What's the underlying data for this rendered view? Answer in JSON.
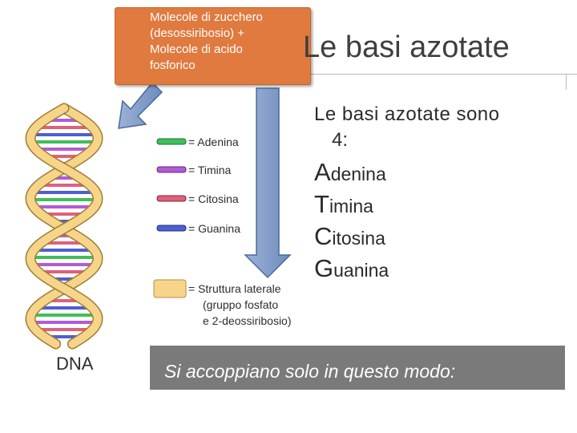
{
  "slide": {
    "title": "Le basi azotate",
    "callout": {
      "lines": [
        "Molecole di zucchero",
        "(desossiribosio) +",
        "Molecole di acido",
        "fosforico"
      ]
    },
    "intro_line1": "Le basi azotate sono",
    "intro_line2": "4:",
    "bases": [
      {
        "cap": "A",
        "rest": "denina"
      },
      {
        "cap": "T",
        "rest": "imina"
      },
      {
        "cap": "C",
        "rest": "itosina"
      },
      {
        "cap": "G",
        "rest": "uanina"
      }
    ],
    "banner_text": "Si accoppiano solo in questo modo:"
  },
  "figure": {
    "dna_label": "DNA",
    "legend": [
      {
        "text": "= Adenina",
        "color": "#3fbf5a"
      },
      {
        "text": "= Timina",
        "color": "#b25bd6"
      },
      {
        "text": "= Citosina",
        "color": "#e0607a"
      },
      {
        "text": "= Guanina",
        "color": "#4f5fd0"
      }
    ],
    "backbone_lines": [
      "= Struttura laterale",
      "(gruppo fosfato",
      "e 2-deossiribosio)"
    ],
    "backbone_color": "#f6d58a"
  }
}
